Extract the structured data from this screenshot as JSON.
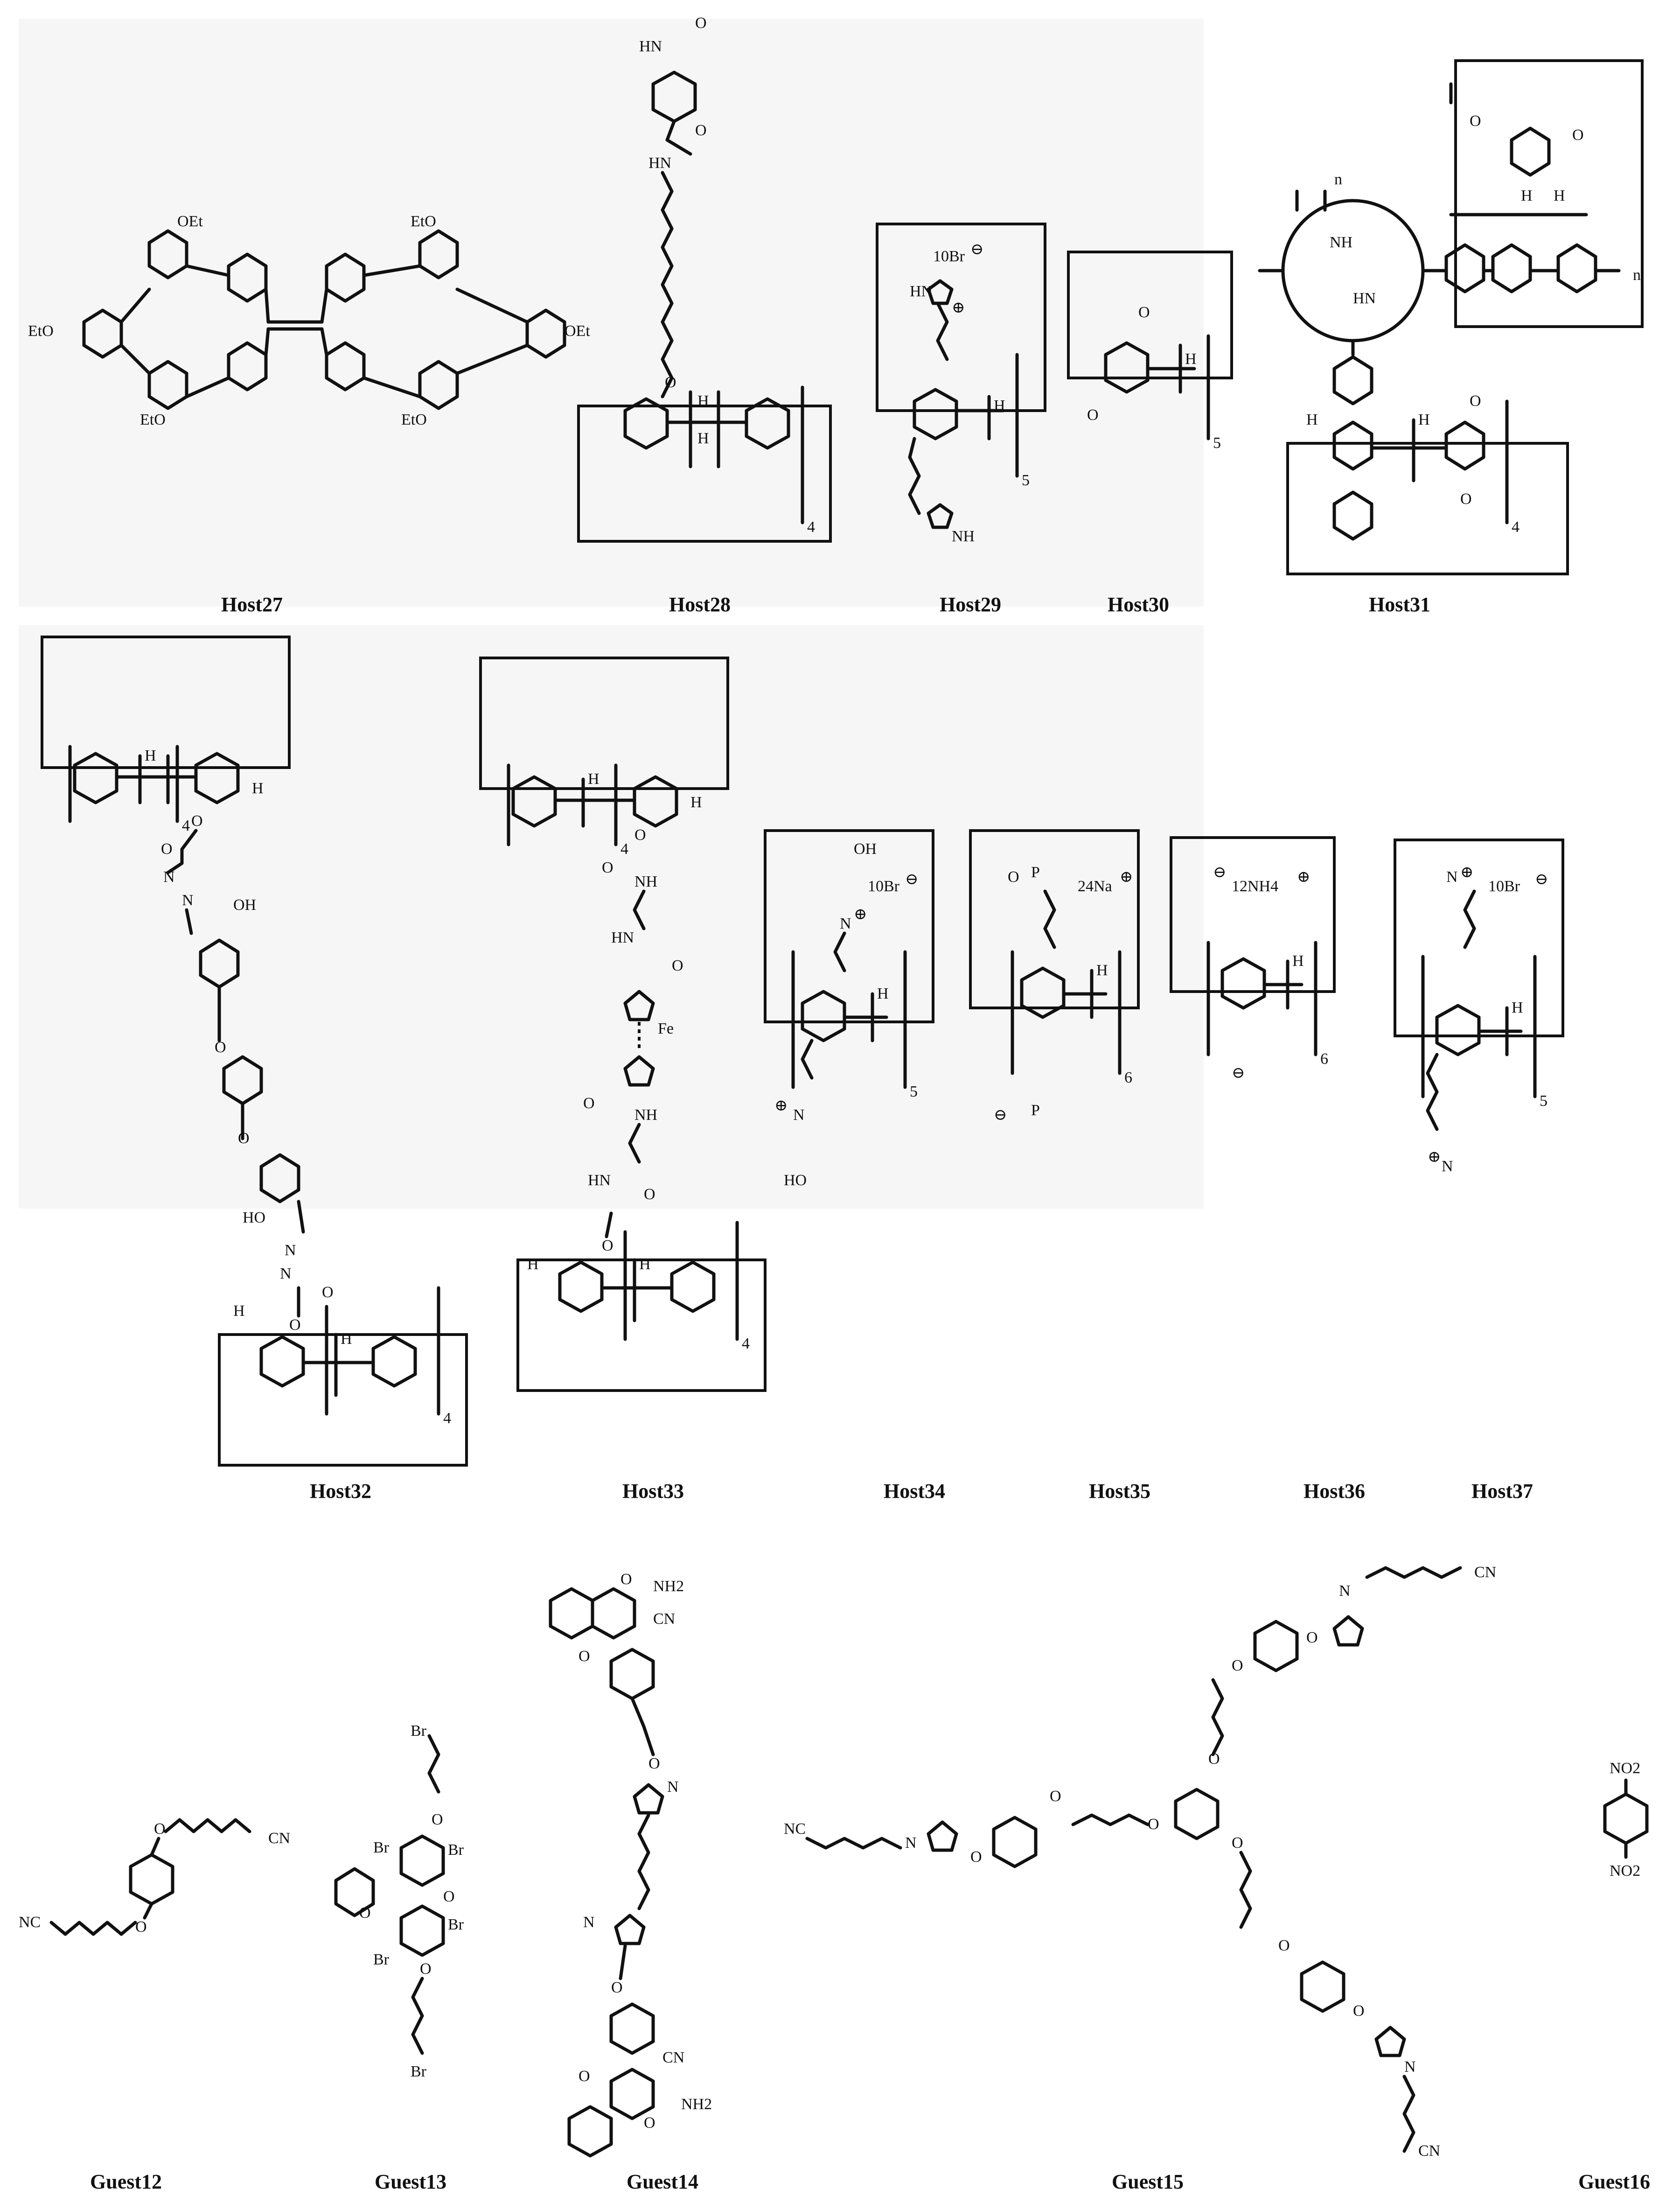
{
  "figure": {
    "hosts": [
      {
        "label": "Host27"
      },
      {
        "label": "Host28"
      },
      {
        "label": "Host29"
      },
      {
        "label": "Host30"
      },
      {
        "label": "Host31"
      },
      {
        "label": "Host32"
      },
      {
        "label": "Host33"
      },
      {
        "label": "Host34"
      },
      {
        "label": "Host35"
      },
      {
        "label": "Host36"
      },
      {
        "label": "Host37"
      }
    ],
    "guests": [
      {
        "label": "Guest12"
      },
      {
        "label": "Guest13"
      },
      {
        "label": "Guest14"
      },
      {
        "label": "Guest15"
      },
      {
        "label": "Guest16"
      }
    ],
    "atoms": {
      "oet": "OEt",
      "eto": "EtO",
      "h": "H",
      "o": "O",
      "nh": "NH",
      "hn": "HN",
      "n": "N",
      "oh": "OH",
      "ho": "HO",
      "fe": "Fe",
      "cn": "CN",
      "nc": "NC",
      "br": "Br",
      "nh2": "NH2",
      "no2": "NO2",
      "plus": "⊕",
      "minus": "⊖",
      "p": "P"
    },
    "counts": {
      "four": "4",
      "five": "5",
      "six": "6",
      "n": "n"
    },
    "counterions": {
      "br10": "10Br",
      "na24": "24Na",
      "nh4": "12NH4"
    }
  }
}
